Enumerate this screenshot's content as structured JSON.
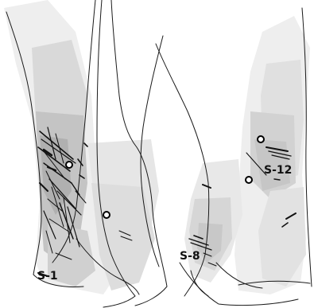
{
  "figure": {
    "specimens": [
      {
        "id": "S-1",
        "label": "S-1"
      },
      {
        "id": "S-8",
        "label": "S-8"
      },
      {
        "id": "S-12",
        "label": "S-12"
      }
    ],
    "colors": {
      "background": "#ffffff",
      "outline": "#1a1a1a",
      "marks": "#111111",
      "shading_light": "#eeeeee",
      "shading_mid": "#d6d6d6",
      "shading_dark": "#b5b5b5",
      "marker_fill": "#ffffff",
      "marker_stroke": "#000000"
    },
    "icons": [
      "circle-marker-icon"
    ]
  }
}
